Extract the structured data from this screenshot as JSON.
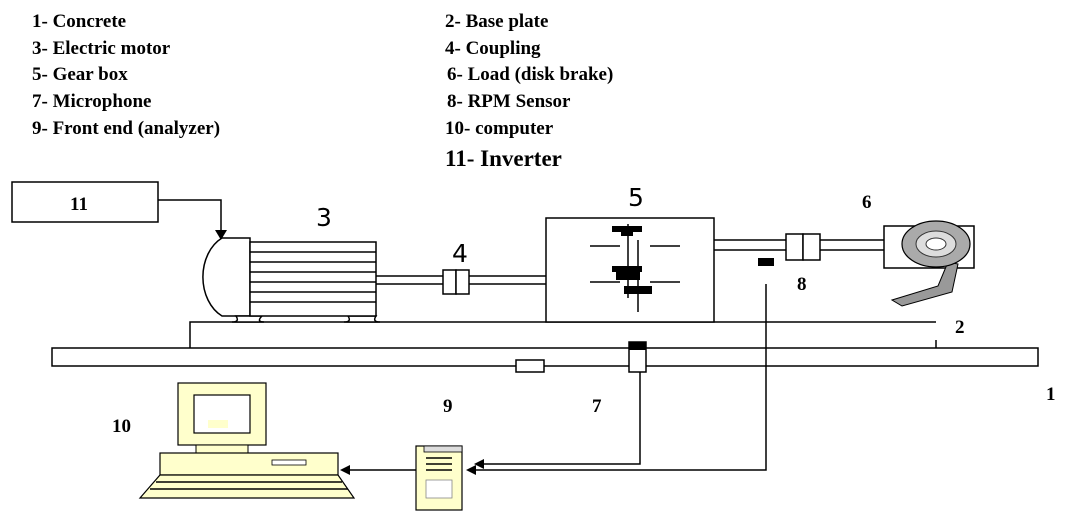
{
  "legend": {
    "left": [
      "1- Concrete",
      "3- Electric motor",
      "5- Gear box",
      "7- Microphone",
      "9-  Front end (analyzer)"
    ],
    "right": [
      "2-  Base plate",
      "4-  Coupling",
      "6-  Load (disk brake)",
      "8-  RPM Sensor",
      "10- computer"
    ],
    "inverter": "11- Inverter"
  },
  "labels": {
    "n1": "1",
    "n2": "2",
    "n3": "3",
    "n4": "4",
    "n5": "5",
    "n6": "6",
    "n7": "7",
    "n8": "8",
    "n9": "9",
    "n10": "10",
    "n11": "11"
  },
  "colors": {
    "computer_fill": "#ffffcc",
    "analyzer_fill": "#ffffcc",
    "line": "#000000"
  }
}
